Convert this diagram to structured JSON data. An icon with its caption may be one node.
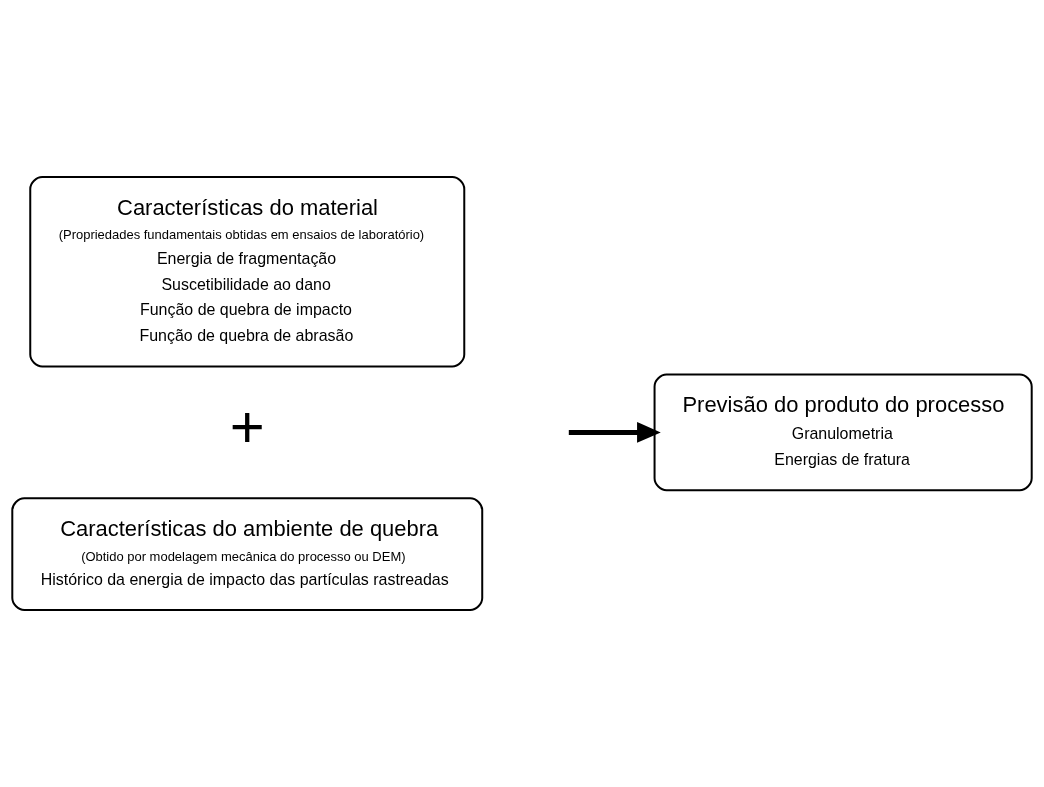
{
  "diagram": {
    "nodes": [
      {
        "text": [
          "Características do material",
          "(Propriedades fundamentais obtidas em ensaios de laboratório)",
          "Energia de fragmentação",
          "Suscetibilidade ao dano",
          "Função de quebra de impacto",
          "Função de quebra de abrasão"
        ]
      },
      {
        "text": [
          "Características do ambiente de quebra",
          "(Obtido por modelagem mecânica do processo ou DEM)",
          "Histórico da energia de impacto das partículas rastreadas"
        ]
      },
      {
        "text": [
          "Previsão do produto do processo",
          "Granulometria",
          "Energias de fratura"
        ]
      }
    ],
    "edges": [
      {
        "from": null,
        "to": 2,
        "arrow": "to"
      }
    ],
    "labels": [
      "+"
    ]
  }
}
